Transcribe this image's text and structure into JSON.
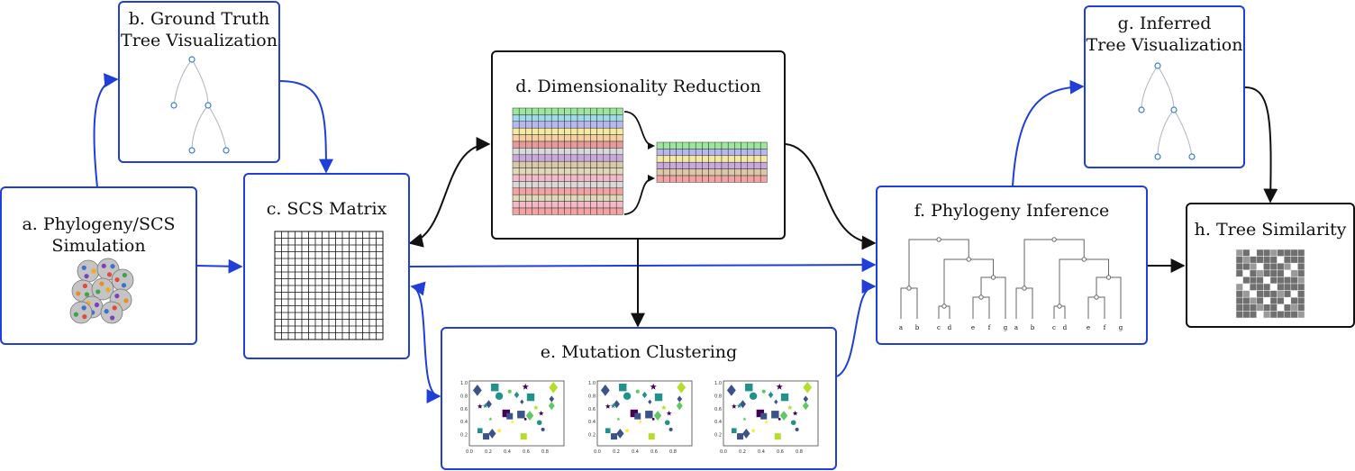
{
  "boxes": {
    "a": {
      "line1": "a.  Phylogeny/SCS",
      "line2": "Simulation"
    },
    "b": {
      "line1": "b.  Ground Truth",
      "line2": "Tree Visualization"
    },
    "c": {
      "line1": "c.  SCS Matrix"
    },
    "d": {
      "line1": "d.  Dimensionality Reduction"
    },
    "e": {
      "line1": "e.  Mutation Clustering"
    },
    "f": {
      "line1": "f.  Phylogeny Inference"
    },
    "g": {
      "line1": "g.  Inferred",
      "line2": "Tree Visualization"
    },
    "h": {
      "line1": "h.  Tree Similarity"
    }
  },
  "dendrogram_leaves": [
    "a",
    "b",
    "c",
    "d",
    "e",
    "f",
    "g"
  ],
  "scatter": {
    "x_ticks": [
      "0.0",
      "0.2",
      "0.4",
      "0.6",
      "0.8"
    ],
    "y_ticks": [
      "1.0",
      "0.8",
      "0.6",
      "0.4",
      "0.2"
    ]
  },
  "colors": {
    "blue_arrow": "#1f3fd8",
    "black_arrow": "#111111",
    "row_palette": [
      "#9be89b",
      "#9fd9ea",
      "#b8b8f0",
      "#f5eaa0",
      "#f5cfa0",
      "#e89a9a",
      "#d9d9d9",
      "#c9a9dd",
      "#d9c9a8",
      "#e0d9b8",
      "#f5b8c9",
      "#f4a3a3"
    ],
    "scatter_palette": [
      "#440154",
      "#3b528b",
      "#21918c",
      "#5ec962",
      "#b5de2b",
      "#fde725"
    ]
  }
}
